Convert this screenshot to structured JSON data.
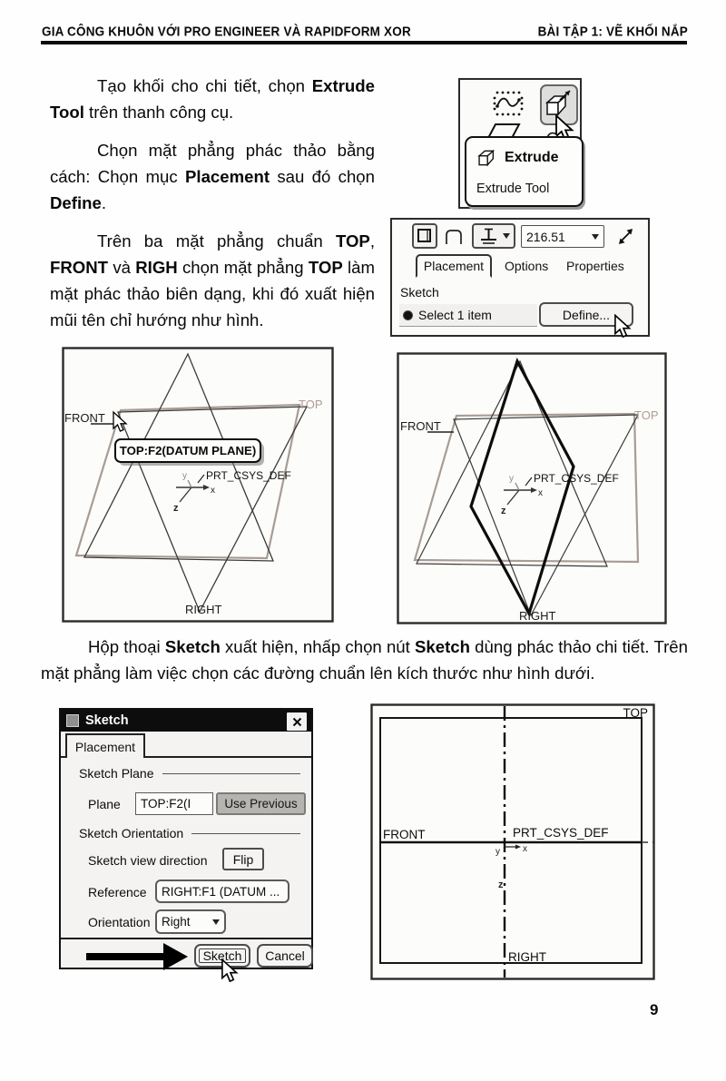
{
  "header": {
    "left": "GIA CÔNG KHUÔN VỚI PRO ENGINEER VÀ RAPIDFORM XOR",
    "right": "BÀI TẬP 1: VẼ KHỐI NẮP"
  },
  "content": {
    "para1": [
      "Tạo khối cho chi tiết, chọn ",
      "Extrude Tool",
      " trên thanh công cụ."
    ],
    "para2": [
      "Chọn mặt phẳng phác thảo bằng cách: Chọn mục ",
      "Placement",
      " sau đó chọn ",
      "Define",
      "."
    ],
    "para3": [
      "Trên ba mặt phẳng chuẩn ",
      "TOP",
      ", ",
      "FRONT",
      " và ",
      "RIGH",
      " chọn mặt phẳng ",
      "TOP",
      " làm mặt phác thảo biên dạng, khi đó xuất hiện mũi tên chỉ hướng như hình."
    ],
    "para4": [
      "Hộp thoại ",
      "Sketch",
      " xuất hiện, nhấp chọn nút ",
      "Sketch",
      " dùng phác thảo chi tiết. Trên mặt phẳng làm việc chọn các đường chuẩn lên kích thước như hình dưới."
    ]
  },
  "flyout": {
    "tooltip_title": "Extrude",
    "tooltip_subtitle": "Extrude Tool"
  },
  "dashboard": {
    "depth_value": "216.51",
    "tabs": [
      "Placement",
      "Options",
      "Properties"
    ],
    "section_label": "Sketch",
    "collector_text": "Select 1 item",
    "define_button": "Define..."
  },
  "view3d_left": {
    "front": "FRONT",
    "top": "TOP",
    "right": "RIGHT",
    "tooltip": "TOP:F2(DATUM PLANE)",
    "csys": "PRT_CSYS_DEF",
    "axis_x": "x",
    "axis_y": "y",
    "axis_z": "z"
  },
  "view3d_right": {
    "front": "FRONT",
    "top": "TOP",
    "right": "RIGHT",
    "csys": "PRT_CSYS_DEF",
    "axis_x": "x",
    "axis_y": "y",
    "axis_z": "z"
  },
  "sketch_dialog": {
    "title": "Sketch",
    "tab": "Placement",
    "plane_section": "Sketch Plane",
    "plane_label": "Plane",
    "plane_value": "TOP:F2(I",
    "use_previous": "Use Previous",
    "orientation_section": "Sketch Orientation",
    "view_direction_label": "Sketch view direction",
    "flip_button": "Flip",
    "reference_label": "Reference",
    "reference_value": "RIGHT:F1 (DATUM ...",
    "orientation_label": "Orientation",
    "orientation_value": "Right",
    "sketch_button": "Sketch",
    "cancel_button": "Cancel"
  },
  "sketch_view": {
    "top": "TOP",
    "front": "FRONT",
    "right": "RIGHT",
    "csys": "PRT_CSYS_DEF",
    "axis_x": "x",
    "axis_y": "y",
    "axis_z": "z"
  },
  "page_number": "9",
  "colors": {
    "datum_label_grey": "#b09a92",
    "ink": "#0a0a0a"
  }
}
